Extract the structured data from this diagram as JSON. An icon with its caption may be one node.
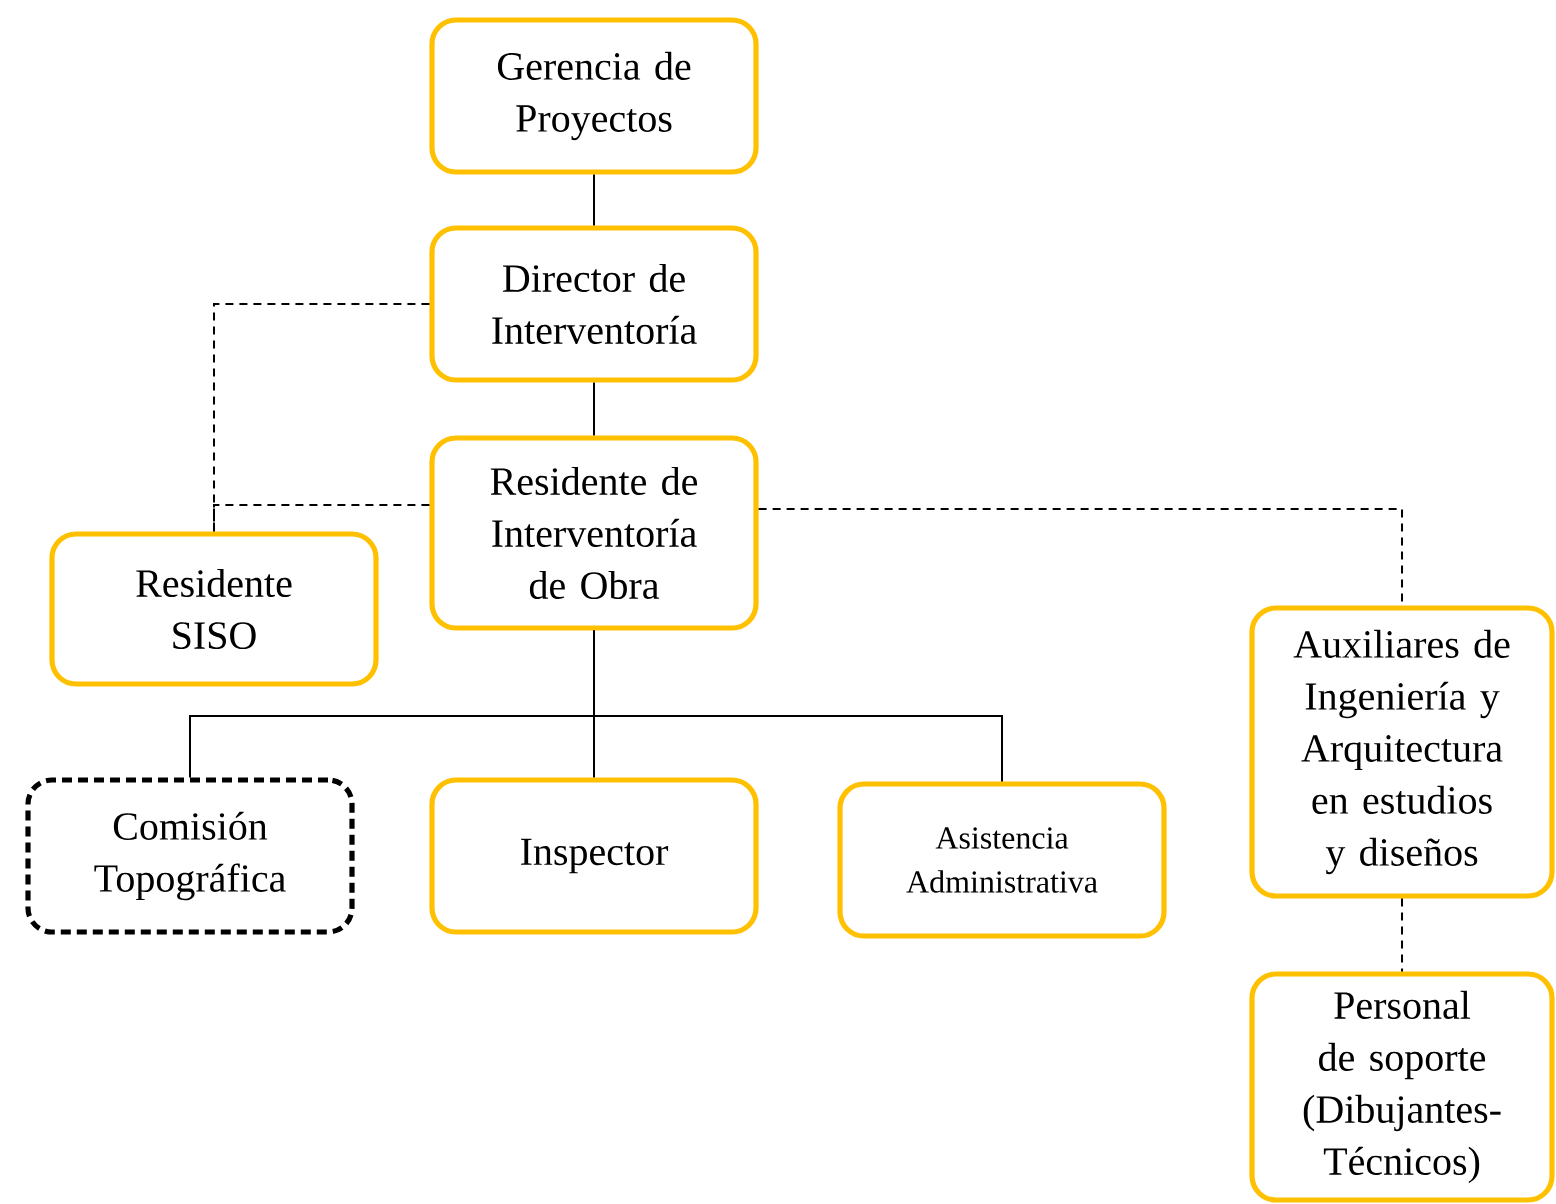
{
  "diagram": {
    "nodes": [
      {
        "text": [
          "Gerencia de Proyectos"
        ]
      },
      {
        "text": [
          "Director de Interventoría"
        ]
      },
      {
        "text": [
          "Residente de Interventoría de Obra"
        ]
      },
      {
        "text": [
          "Residente SISO"
        ]
      },
      {
        "text": [
          "Auxiliares de Ingeniería y Arquitectura en estudios y diseños"
        ]
      },
      {
        "text": [
          "Comisión Topográfica"
        ]
      },
      {
        "text": [
          "Inspector"
        ]
      },
      {
        "text": [
          "Asistencia Administrativa"
        ]
      },
      {
        "text": [
          "Personal de soporte (Dibujantes-Técnicos)"
        ]
      }
    ],
    "edges": [
      {
        "from": 0,
        "to": 1,
        "arrow": "none"
      },
      {
        "from": 1,
        "to": 2,
        "arrow": "none"
      },
      {
        "from": 1,
        "to": 3,
        "arrow": "none",
        "style": "dashed"
      },
      {
        "from": 2,
        "to": 3,
        "arrow": "none",
        "style": "dashed"
      },
      {
        "from": 2,
        "to": 4,
        "arrow": "none",
        "style": "dashed"
      },
      {
        "from": 2,
        "to": 5,
        "arrow": "none"
      },
      {
        "from": 2,
        "to": 6,
        "arrow": "none"
      },
      {
        "from": 2,
        "to": 7,
        "arrow": "none"
      },
      {
        "from": 4,
        "to": 8,
        "arrow": "none",
        "style": "dashed"
      }
    ]
  }
}
